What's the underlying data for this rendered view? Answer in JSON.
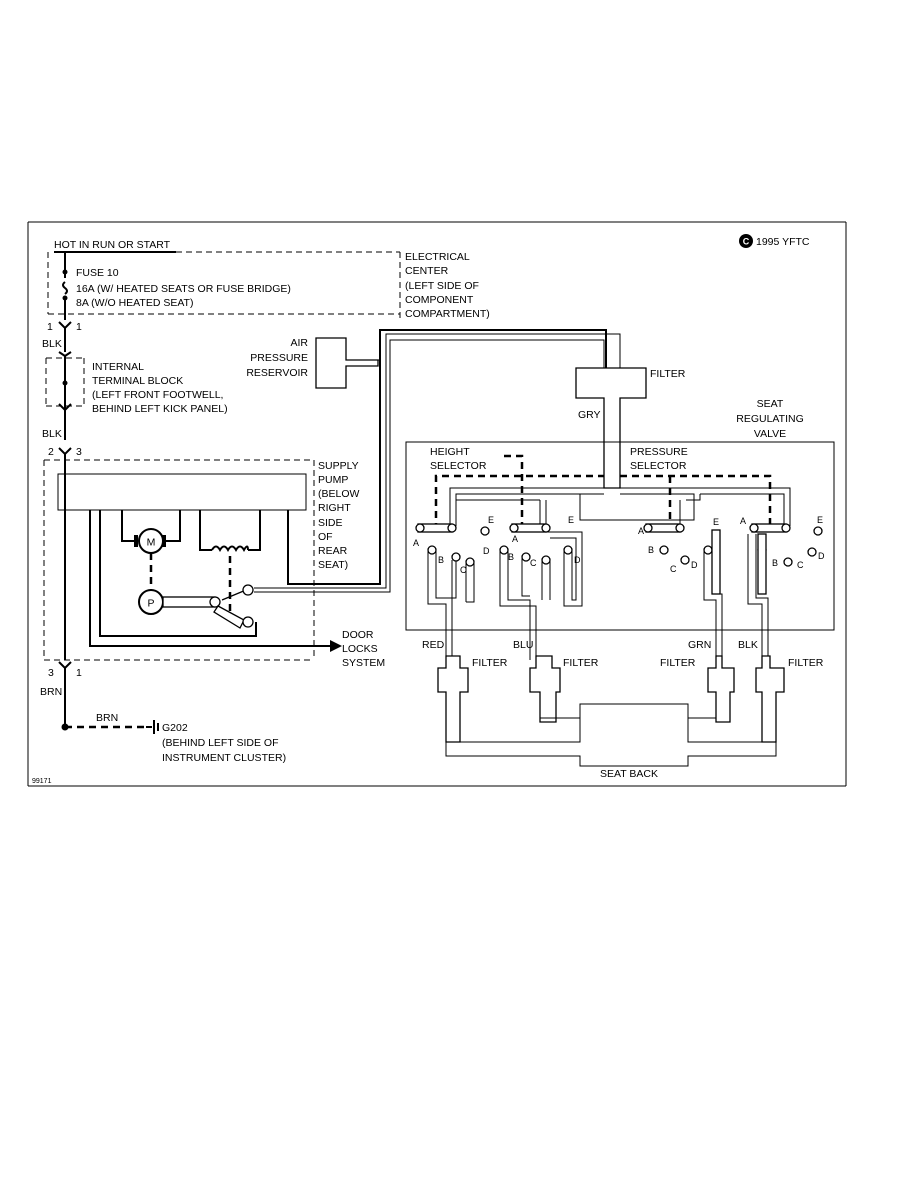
{
  "copyright": "1995 YFTC",
  "copyright_symbol": "C",
  "figure_id": "99171",
  "power": {
    "source": "HOT IN RUN OR START",
    "fuse_name": "FUSE 10",
    "fuse_rating_1": "16A (W/ HEATED SEATS OR FUSE BRIDGE)",
    "fuse_rating_2": "8A (W/O HEATED SEAT)",
    "center_line1": "ELECTRICAL",
    "center_line2": "CENTER",
    "center_line3": "(LEFT SIDE OF",
    "center_line4": "COMPONENT",
    "center_line5": "COMPARTMENT)"
  },
  "connectors": {
    "c1_pin": "1",
    "c1_pin_b": "1",
    "c2_pin": "2",
    "c2_pin_b": "3",
    "c3_pin": "3",
    "c3_pin_b": "1"
  },
  "wires": {
    "blk_1": "BLK",
    "blk_2": "BLK",
    "brn_1": "BRN",
    "brn_2": "BRN"
  },
  "terminal_block": {
    "line1": "INTERNAL",
    "line2": "TERMINAL BLOCK",
    "line3": "(LEFT FRONT FOOTWELL,",
    "line4": "BEHIND LEFT KICK PANEL)"
  },
  "pump": {
    "line1": "SUPPLY",
    "line2": "PUMP",
    "line3": "(BELOW",
    "line4": "RIGHT",
    "line5": "SIDE",
    "line6": "OF",
    "line7": "REAR",
    "line8": "SEAT)",
    "motor_symbol": "M",
    "pump_symbol": "P"
  },
  "door_locks": {
    "line1": "DOOR",
    "line2": "LOCKS",
    "line3": "SYSTEM"
  },
  "ground": {
    "id": "G202",
    "line1": "(BEHIND LEFT SIDE OF",
    "line2": "INSTRUMENT CLUSTER)"
  },
  "reservoir": {
    "line1": "AIR",
    "line2": "PRESSURE",
    "line3": "RESERVOIR"
  },
  "filter_top": "FILTER",
  "hose_gry": "GRY",
  "valve": {
    "line1": "SEAT",
    "line2": "REGULATING",
    "line3": "VALVE"
  },
  "height_selector": {
    "line1": "HEIGHT",
    "line2": "SELECTOR"
  },
  "pressure_selector": {
    "line1": "PRESSURE",
    "line2": "SELECTOR"
  },
  "ports": {
    "a": "A",
    "b": "B",
    "c": "C",
    "d": "D",
    "e": "E"
  },
  "hoses": {
    "red": "RED",
    "blu": "BLU",
    "grn": "GRN",
    "blk": "BLK"
  },
  "filters": {
    "f1": "FILTER",
    "f2": "FILTER",
    "f3": "FILTER",
    "f4": "FILTER"
  },
  "seat_back": "SEAT BACK"
}
